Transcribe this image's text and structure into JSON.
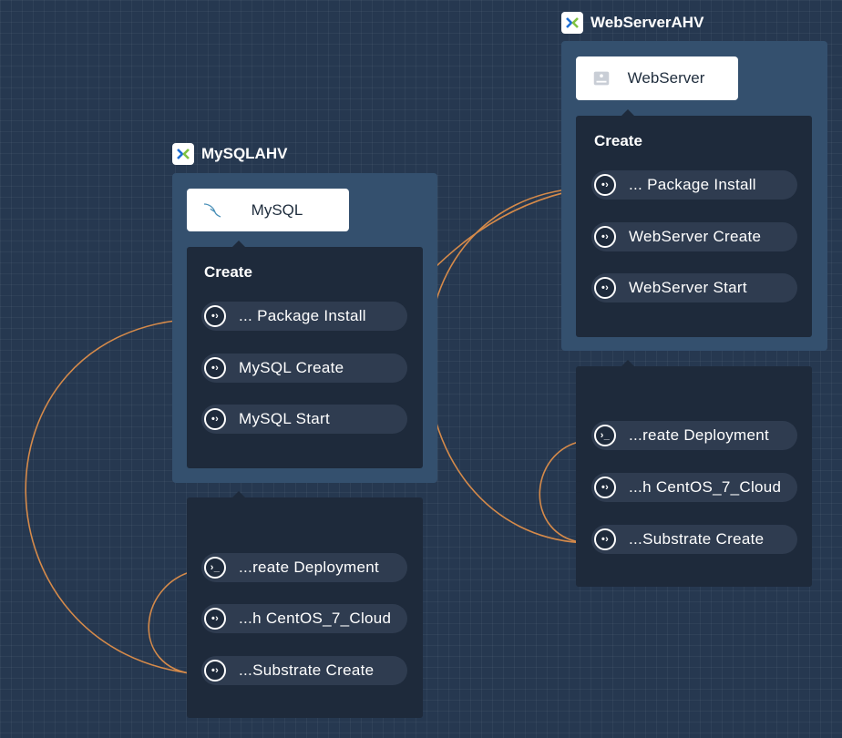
{
  "services": [
    {
      "name": "MySQLAHV",
      "substrate_label": "MySQL",
      "create_panel_title": "Create",
      "create_tasks": [
        {
          "label": "... Package Install",
          "icon": "run-script-icon"
        },
        {
          "label": "MySQL Create",
          "icon": "run-script-icon"
        },
        {
          "label": "MySQL Start",
          "icon": "run-script-icon"
        }
      ],
      "deploy_tasks": [
        {
          "label": "...reate Deployment",
          "icon": "terminal-icon"
        },
        {
          "label": "...h CentOS_7_Cloud",
          "icon": "run-script-icon"
        },
        {
          "label": "...Substrate Create",
          "icon": "run-script-icon"
        }
      ]
    },
    {
      "name": "WebServerAHV",
      "substrate_label": "WebServer",
      "create_panel_title": "Create",
      "create_tasks": [
        {
          "label": "... Package Install",
          "icon": "run-script-icon"
        },
        {
          "label": "WebServer Create",
          "icon": "run-script-icon"
        },
        {
          "label": "WebServer Start",
          "icon": "run-script-icon"
        }
      ],
      "deploy_tasks": [
        {
          "label": "...reate Deployment",
          "icon": "terminal-icon"
        },
        {
          "label": "...h CentOS_7_Cloud",
          "icon": "run-script-icon"
        },
        {
          "label": "...Substrate Create",
          "icon": "run-script-icon"
        }
      ]
    }
  ],
  "colors": {
    "background": "#263850",
    "service_box": "#34506e",
    "panel": "#1e2a3b",
    "task_pill": "#2f3c50",
    "connector": "#d58a4a",
    "logo_blue": "#1d6fd6",
    "logo_green": "#7fc241"
  }
}
